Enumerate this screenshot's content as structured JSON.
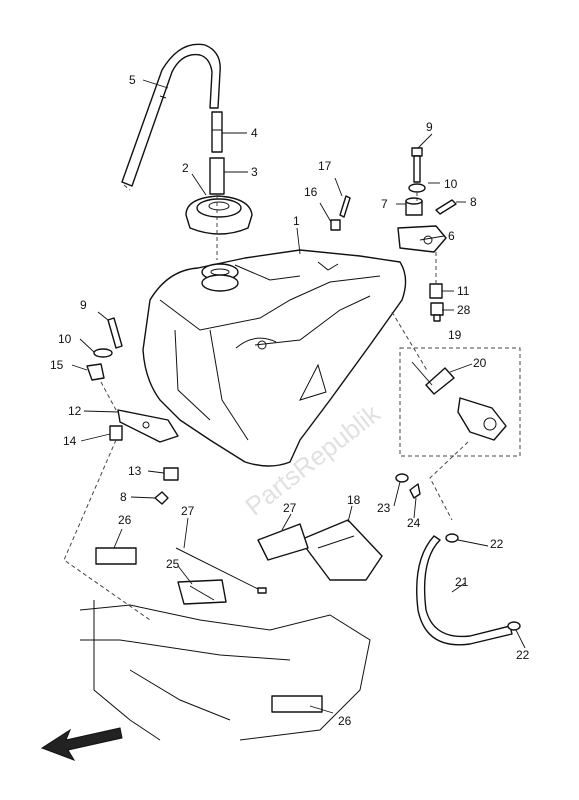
{
  "watermark": "PartsRepublik",
  "callouts": [
    {
      "id": "c1",
      "text": "1"
    },
    {
      "id": "c2",
      "text": "2"
    },
    {
      "id": "c3",
      "text": "3"
    },
    {
      "id": "c4",
      "text": "4"
    },
    {
      "id": "c5",
      "text": "5"
    },
    {
      "id": "c6",
      "text": "6"
    },
    {
      "id": "c7",
      "text": "7"
    },
    {
      "id": "c8a",
      "text": "8"
    },
    {
      "id": "c8b",
      "text": "8"
    },
    {
      "id": "c9a",
      "text": "9"
    },
    {
      "id": "c9b",
      "text": "9"
    },
    {
      "id": "c10a",
      "text": "10"
    },
    {
      "id": "c10b",
      "text": "10"
    },
    {
      "id": "c11",
      "text": "11"
    },
    {
      "id": "c12",
      "text": "12"
    },
    {
      "id": "c13",
      "text": "13"
    },
    {
      "id": "c14",
      "text": "14"
    },
    {
      "id": "c15",
      "text": "15"
    },
    {
      "id": "c16",
      "text": "16"
    },
    {
      "id": "c17",
      "text": "17"
    },
    {
      "id": "c18",
      "text": "18"
    },
    {
      "id": "c19",
      "text": "19"
    },
    {
      "id": "c20",
      "text": "20"
    },
    {
      "id": "c21",
      "text": "21"
    },
    {
      "id": "c22a",
      "text": "22"
    },
    {
      "id": "c22b",
      "text": "22"
    },
    {
      "id": "c23",
      "text": "23"
    },
    {
      "id": "c24",
      "text": "24"
    },
    {
      "id": "c25",
      "text": "25"
    },
    {
      "id": "c26a",
      "text": "26"
    },
    {
      "id": "c26b",
      "text": "26"
    },
    {
      "id": "c27a",
      "text": "27"
    },
    {
      "id": "c27b",
      "text": "27"
    },
    {
      "id": "c28",
      "text": "28"
    }
  ]
}
